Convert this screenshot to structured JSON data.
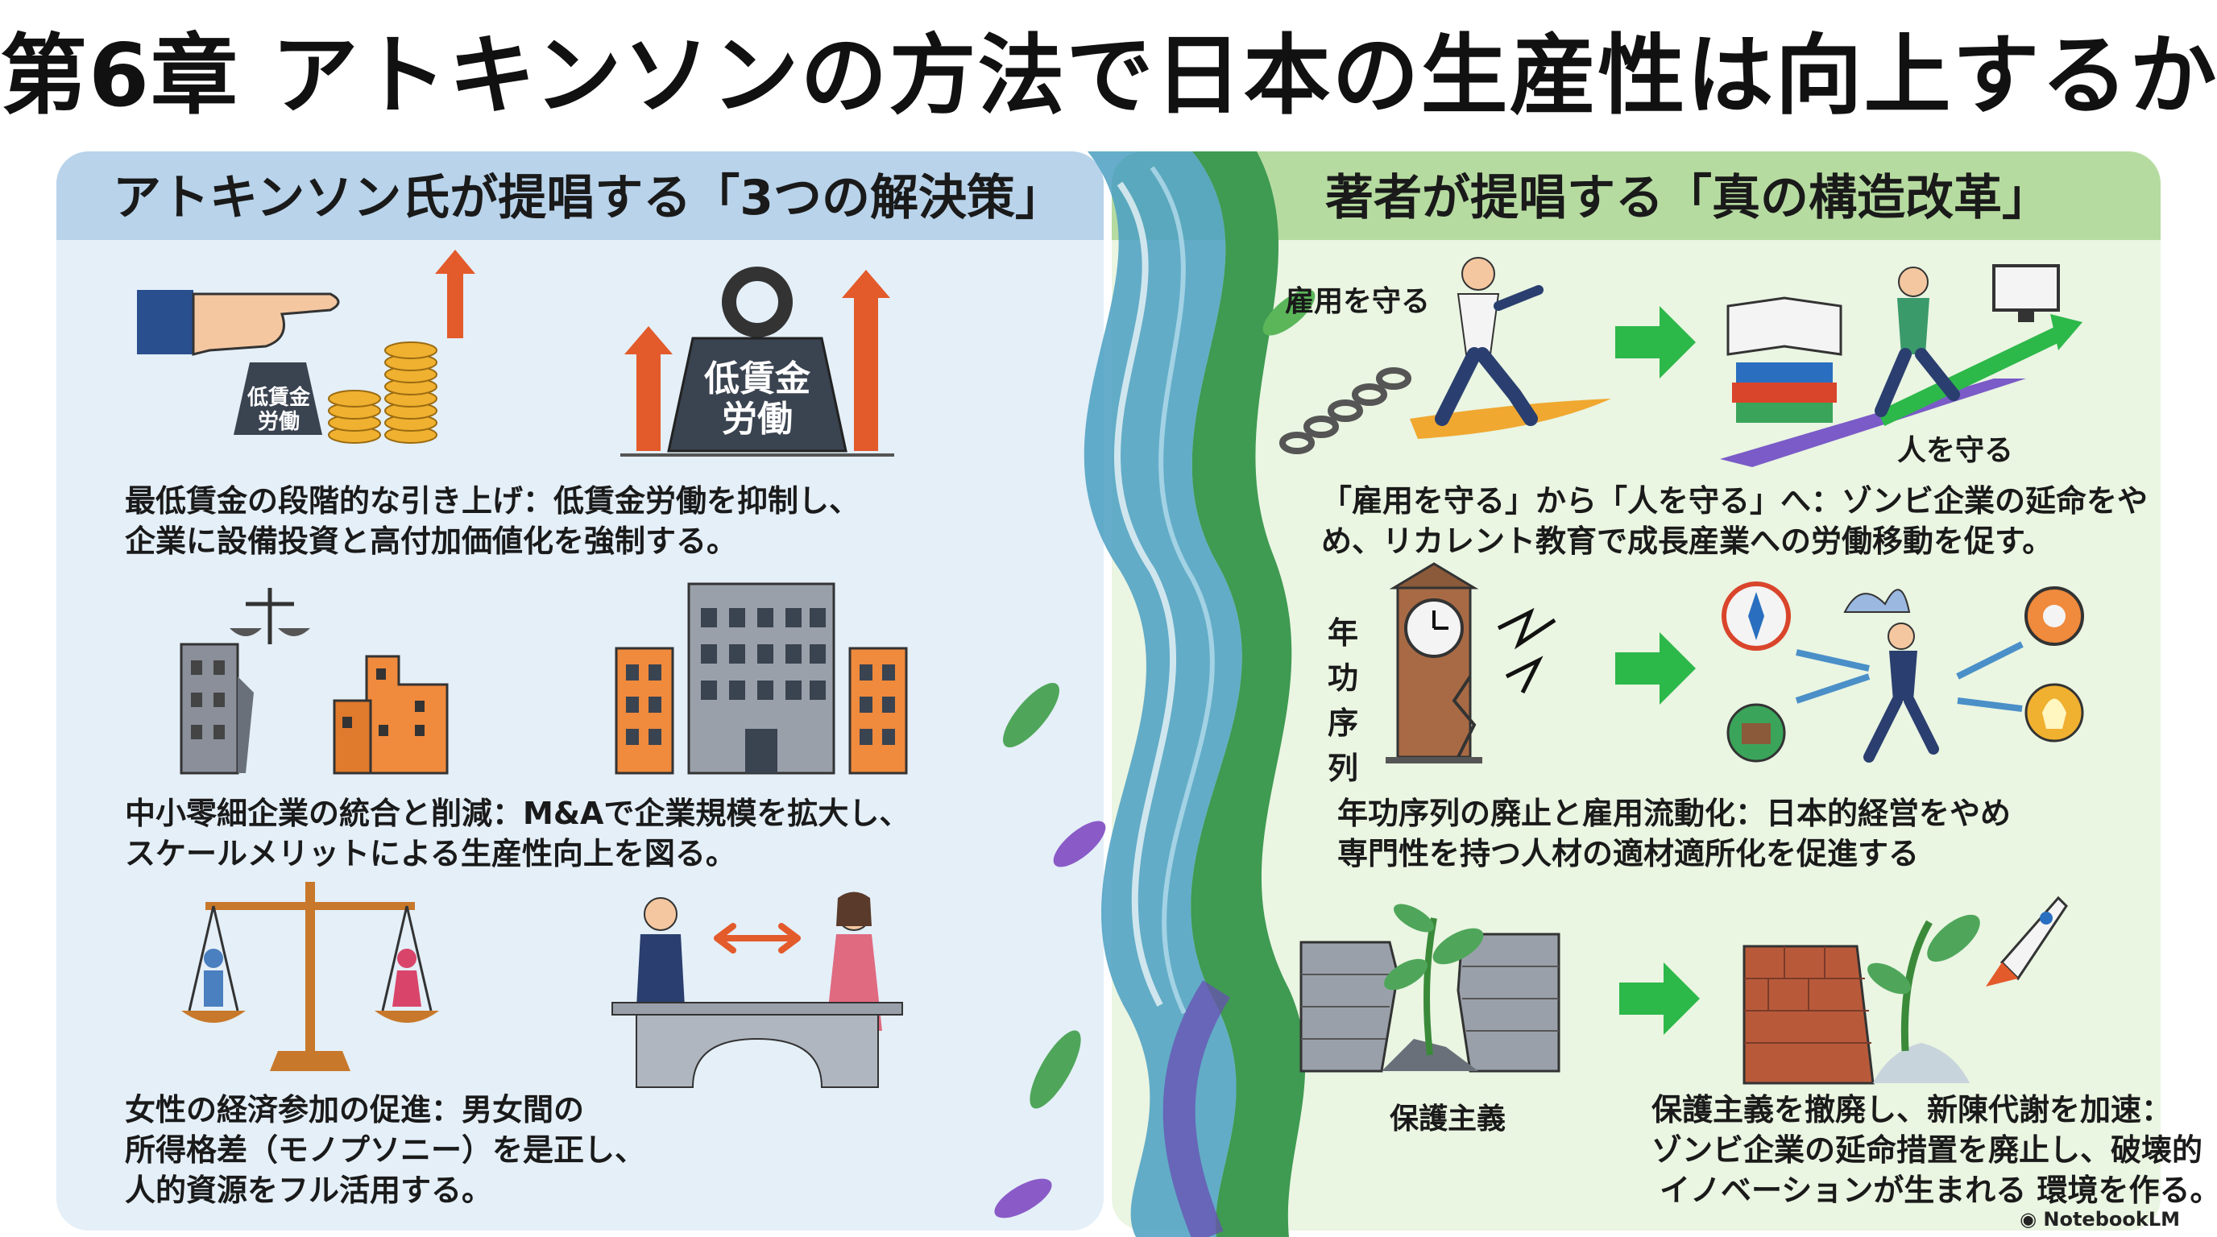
{
  "title": "第6章 アトキンソンの方法で日本の生産性は向上するか",
  "left": {
    "header": "アトキンソン氏が提唱する「3つの解決策」",
    "items": [
      {
        "line1": "最低賃金の段階的な引き上げ：低賃金労働を抑制し、",
        "line2": "企業に設備投資と高付加価値化を強制する。",
        "label_small": [
          "低賃金",
          "労働"
        ],
        "label_weight": [
          "低賃金",
          "労働"
        ]
      },
      {
        "line1": "中小零細企業の統合と削減：M&Aで企業規模を拡大し、",
        "line2": "スケールメリットによる生産性向上を図る。"
      },
      {
        "line1": "女性の経済参加の促進：男女間の",
        "line2": "所得格差（モノプソニー）を是正し、",
        "line3": "人的資源をフル活用する。"
      }
    ]
  },
  "right": {
    "header": "著者が提唱する「真の構造改革」",
    "items": [
      {
        "label_a": "雇用を守る",
        "label_b": "人を守る",
        "line1": "「雇用を守る」から「人を守る」へ：ゾンビ企業の延命をや",
        "line2": "め、リカレント教育で成長産業への労働移動を促す。"
      },
      {
        "label_a": "年功序列",
        "line1": "年功序列の廃止と雇用流動化：日本的経営をやめ",
        "line2": "専門性を持つ人材の適材適所化を促進する"
      },
      {
        "label_a": "保護主義",
        "line1": "保護主義を撤廃し、新陳代謝を加速：",
        "line2": "ゾンビ企業の延命措置を廃止し、破壊的",
        "line3": "イノベーションが生まれる 環境を作る。"
      }
    ]
  },
  "brand": "NotebookLM",
  "colors": {
    "left_header": "#b8d3ea",
    "left_bg": "#e4eff8",
    "right_header": "#b6dba0",
    "right_bg": "#eaf5e2",
    "arrow_green": "#2db84a",
    "arrow_red": "#d9452b"
  }
}
